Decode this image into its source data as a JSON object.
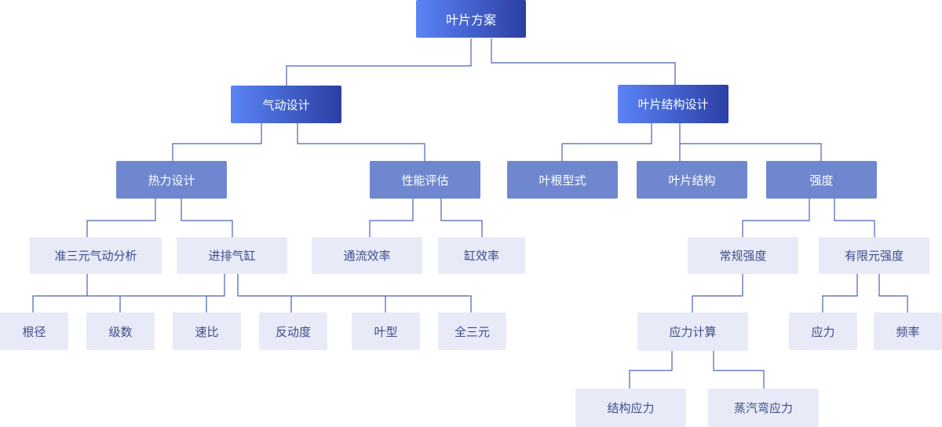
{
  "tree": {
    "root": "叶片方案",
    "aero": "气动设计",
    "struct": "叶片结构设计",
    "thermo": "热力设计",
    "perf": "性能评估",
    "blade_root_type": "叶根型式",
    "blade_structure": "叶片结构",
    "strength": "强度",
    "quasi3d": "准三元气动分析",
    "inlet_exhaust": "进排气缸",
    "flow_eff": "通流效率",
    "cyl_eff": "缸效率",
    "normal_strength": "常规强度",
    "fem_strength": "有限元强度",
    "root_dia": "根径",
    "stage_count": "级数",
    "speed_ratio": "速比",
    "reaction": "反动度",
    "blade_profile": "叶型",
    "full3d": "全三元",
    "stress_calc": "应力计算",
    "stress": "应力",
    "frequency": "频率",
    "struct_stress": "结构应力",
    "steam_bending": "蒸汽弯应力"
  }
}
